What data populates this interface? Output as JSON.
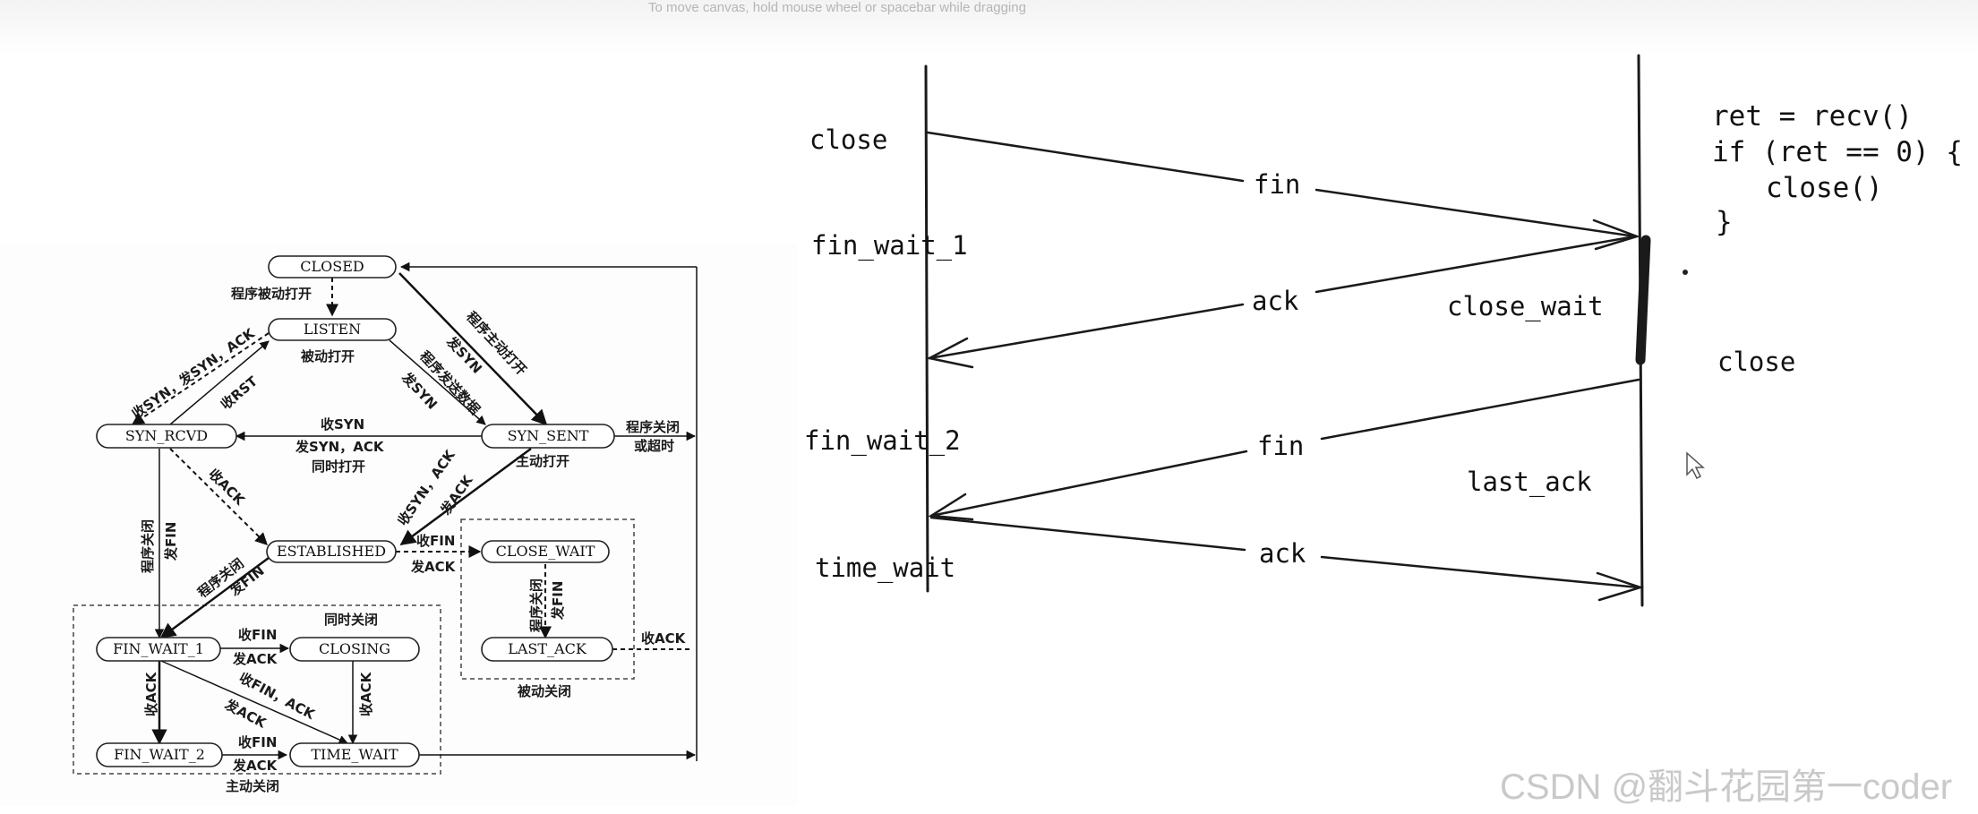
{
  "canvas_hint": "To move canvas, hold mouse wheel or spacebar while dragging",
  "watermark": "CSDN @翻斗花园第一coder",
  "state_diagram": {
    "states": {
      "closed": "CLOSED",
      "listen": "LISTEN",
      "syn_rcvd": "SYN_RCVD",
      "syn_sent": "SYN_SENT",
      "established": "ESTABLISHED",
      "close_wait": "CLOSE_WAIT",
      "last_ack": "LAST_ACK",
      "fin_wait_1": "FIN_WAIT_1",
      "closing": "CLOSING",
      "fin_wait_2": "FIN_WAIT_2",
      "time_wait": "TIME_WAIT"
    },
    "labels": {
      "passive_open_prog": "程序被动打开",
      "passive_open": "被动打开",
      "recv_syn_send_synack": "收SYN，发SYN，ACK",
      "recv_rst": "收RST",
      "active_open_prog": "程序主动打开",
      "send_syn_1": "发SYN",
      "prog_send_data": "程序发送数据",
      "send_syn_2": "发SYN",
      "recv_syn": "收SYN",
      "send_synack": "发SYN，ACK",
      "simul_open": "同时打开",
      "active_open": "主动打开",
      "prog_close": "程序关闭",
      "or_timeout": "或超时",
      "recv_ack_1": "收ACK",
      "recv_synack": "收SYN，ACK",
      "send_ack_1": "发ACK",
      "prog_close_sendfin_1a": "程序关闭",
      "prog_close_sendfin_1b": "发FIN",
      "prog_close_2": "程序关闭",
      "send_fin_2": "发FIN",
      "recv_fin_1": "收FIN",
      "send_ack_2": "发ACK",
      "prog_close_3": "程序关闭",
      "send_fin_3": "发FIN",
      "recv_ack_2": "收ACK",
      "passive_close": "被动关闭",
      "simul_close": "同时关闭",
      "recv_fin_2": "收FIN",
      "send_ack_3": "发ACK",
      "recv_ack_3": "收ACK",
      "recv_finack": "收FIN，ACK",
      "send_ack_4": "发ACK",
      "recv_ack_4": "收ACK",
      "recv_fin_3": "收FIN",
      "send_ack_5": "发ACK",
      "active_close": "主动关闭"
    }
  },
  "sequence_sketch": {
    "left_states": {
      "close": "close",
      "fin_wait_1": "fin_wait_1",
      "fin_wait_2": "fin_wait_2",
      "time_wait": "time_wait"
    },
    "right_states": {
      "close_wait": "close_wait",
      "close": "close",
      "last_ack": "last_ack"
    },
    "messages": {
      "fin_1": "fin",
      "ack_1": "ack",
      "fin_2": "fin",
      "ack_2": "ack"
    },
    "code": {
      "line1": "ret = recv()",
      "line2": "if (ret == 0) {",
      "line3": "close()",
      "line4": "}"
    }
  }
}
